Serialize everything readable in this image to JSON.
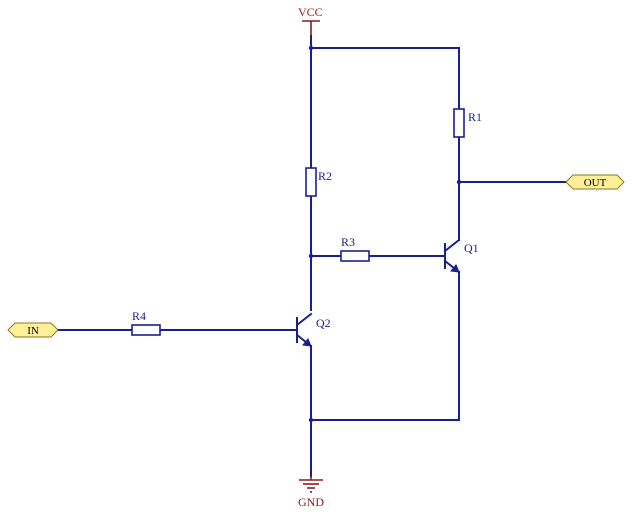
{
  "power": {
    "vcc_label": "VCC",
    "gnd_label": "GND"
  },
  "ports": {
    "input_label": "IN",
    "output_label": "OUT"
  },
  "resistors": [
    {
      "id": "r1",
      "label": "R1"
    },
    {
      "id": "r2",
      "label": "R2"
    },
    {
      "id": "r3",
      "label": "R3"
    },
    {
      "id": "r4",
      "label": "R4"
    }
  ],
  "transistors": [
    {
      "id": "q1",
      "label": "Q1",
      "type": "NPN"
    },
    {
      "id": "q2",
      "label": "Q2",
      "type": "NPN"
    }
  ],
  "colors": {
    "wire": "#1a1f8f",
    "power": "#8b1a1a",
    "port_fill": "#ffef99"
  }
}
